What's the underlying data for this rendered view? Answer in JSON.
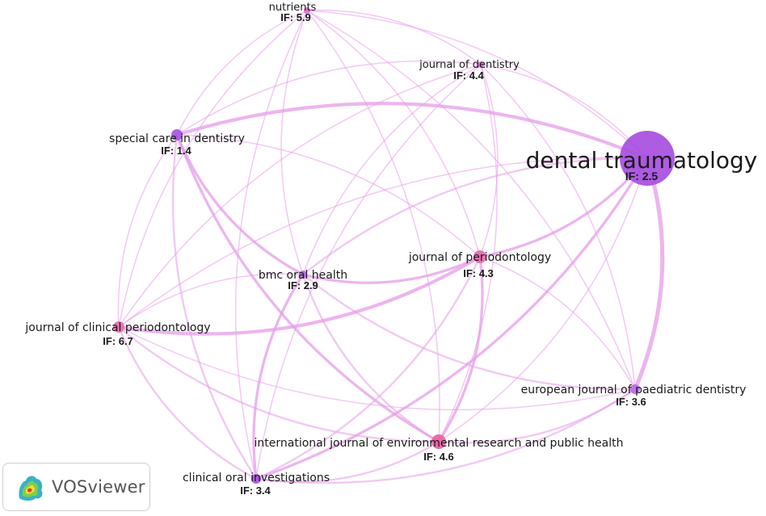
{
  "colors": {
    "edge": "#e59ce8",
    "node_purple": "#b061e0",
    "node_pink": "#ea5f9f",
    "node_magenta": "#d45bd3"
  },
  "nodes": [
    {
      "id": "dental-traumatology",
      "label": "dental traumatology",
      "if_label": "IF: 2.5",
      "weight": 10,
      "color": "#a74ee0"
    },
    {
      "id": "nutrients",
      "label": "nutrients",
      "if_label": "IF: 5.9",
      "weight": 1,
      "color": "#e26bd6"
    },
    {
      "id": "journal-of-dentistry",
      "label": "journal of dentistry",
      "if_label": "IF: 4.4",
      "weight": 1,
      "color": "#e26bd6"
    },
    {
      "id": "special-care-in-dentistry",
      "label": "special care in dentistry",
      "if_label": "IF: 1.4",
      "weight": 2,
      "color": "#a855e0"
    },
    {
      "id": "journal-of-periodontology",
      "label": "journal of periodontology",
      "if_label": "IF: 4.3",
      "weight": 3,
      "color": "#e36aa8"
    },
    {
      "id": "bmc-oral-health",
      "label": "bmc oral health",
      "if_label": "IF: 2.9",
      "weight": 2,
      "color": "#b66ae3"
    },
    {
      "id": "journal-of-clinical-periodontology",
      "label": "journal of clinical periodontology",
      "if_label": "IF: 6.7",
      "weight": 2,
      "color": "#e76aa8"
    },
    {
      "id": "european-journal-of-paediatric-dentistry",
      "label": "european journal of paediatric dentistry",
      "if_label": "IF: 3.6",
      "weight": 2,
      "color": "#b86ce3"
    },
    {
      "id": "international-journal-of-environmental-research",
      "label": "international journal of environmental research and public health",
      "if_label": "IF: 4.6",
      "weight": 3,
      "color": "#ea5f9f"
    },
    {
      "id": "clinical-oral-investigations",
      "label": "clinical oral investigations",
      "if_label": "IF: 3.4",
      "weight": 2,
      "color": "#a855e0"
    }
  ],
  "edges": [
    {
      "from": "dental-traumatology",
      "to": "special-care-in-dentistry",
      "weight": 4
    },
    {
      "from": "dental-traumatology",
      "to": "european-journal-of-paediatric-dentistry",
      "weight": 5
    },
    {
      "from": "dental-traumatology",
      "to": "journal-of-periodontology",
      "weight": 3
    },
    {
      "from": "dental-traumatology",
      "to": "clinical-oral-investigations",
      "weight": 3
    },
    {
      "from": "dental-traumatology",
      "to": "bmc-oral-health",
      "weight": 2
    },
    {
      "from": "dental-traumatology",
      "to": "nutrients",
      "weight": 1
    },
    {
      "from": "dental-traumatology",
      "to": "journal-of-dentistry",
      "weight": 1
    },
    {
      "from": "dental-traumatology",
      "to": "international-journal-of-environmental-research",
      "weight": 1
    },
    {
      "from": "dental-traumatology",
      "to": "journal-of-clinical-periodontology",
      "weight": 1
    },
    {
      "from": "journal-of-periodontology",
      "to": "journal-of-clinical-periodontology",
      "weight": 4
    },
    {
      "from": "journal-of-periodontology",
      "to": "bmc-oral-health",
      "weight": 3
    },
    {
      "from": "journal-of-periodontology",
      "to": "international-journal-of-environmental-research",
      "weight": 3
    },
    {
      "from": "journal-of-periodontology",
      "to": "clinical-oral-investigations",
      "weight": 2
    },
    {
      "from": "journal-of-periodontology",
      "to": "nutrients",
      "weight": 1
    },
    {
      "from": "journal-of-periodontology",
      "to": "journal-of-dentistry",
      "weight": 1
    },
    {
      "from": "journal-of-periodontology",
      "to": "special-care-in-dentistry",
      "weight": 1
    },
    {
      "from": "journal-of-periodontology",
      "to": "european-journal-of-paediatric-dentistry",
      "weight": 1
    },
    {
      "from": "special-care-in-dentistry",
      "to": "bmc-oral-health",
      "weight": 3
    },
    {
      "from": "special-care-in-dentistry",
      "to": "international-journal-of-environmental-research",
      "weight": 3
    },
    {
      "from": "special-care-in-dentistry",
      "to": "clinical-oral-investigations",
      "weight": 2
    },
    {
      "from": "special-care-in-dentistry",
      "to": "journal-of-dentistry",
      "weight": 1
    },
    {
      "from": "special-care-in-dentistry",
      "to": "nutrients",
      "weight": 1
    },
    {
      "from": "special-care-in-dentistry",
      "to": "journal-of-clinical-periodontology",
      "weight": 1
    },
    {
      "from": "bmc-oral-health",
      "to": "clinical-oral-investigations",
      "weight": 3
    },
    {
      "from": "bmc-oral-health",
      "to": "international-journal-of-environmental-research",
      "weight": 2
    },
    {
      "from": "bmc-oral-health",
      "to": "european-journal-of-paediatric-dentistry",
      "weight": 2
    },
    {
      "from": "bmc-oral-health",
      "to": "journal-of-clinical-periodontology",
      "weight": 1
    },
    {
      "from": "bmc-oral-health",
      "to": "journal-of-dentistry",
      "weight": 1
    },
    {
      "from": "bmc-oral-health",
      "to": "nutrients",
      "weight": 1
    },
    {
      "from": "journal-of-clinical-periodontology",
      "to": "clinical-oral-investigations",
      "weight": 2
    },
    {
      "from": "journal-of-clinical-periodontology",
      "to": "international-journal-of-environmental-research",
      "weight": 2
    },
    {
      "from": "journal-of-clinical-periodontology",
      "to": "european-journal-of-paediatric-dentistry",
      "weight": 1
    },
    {
      "from": "journal-of-clinical-periodontology",
      "to": "nutrients",
      "weight": 1
    },
    {
      "from": "journal-of-clinical-periodontology",
      "to": "journal-of-dentistry",
      "weight": 1
    },
    {
      "from": "international-journal-of-environmental-research",
      "to": "clinical-oral-investigations",
      "weight": 2
    },
    {
      "from": "international-journal-of-environmental-research",
      "to": "european-journal-of-paediatric-dentistry",
      "weight": 2
    },
    {
      "from": "international-journal-of-environmental-research",
      "to": "nutrients",
      "weight": 1
    },
    {
      "from": "international-journal-of-environmental-research",
      "to": "journal-of-dentistry",
      "weight": 1
    },
    {
      "from": "clinical-oral-investigations",
      "to": "european-journal-of-paediatric-dentistry",
      "weight": 2
    },
    {
      "from": "clinical-oral-investigations",
      "to": "nutrients",
      "weight": 1
    },
    {
      "from": "clinical-oral-investigations",
      "to": "journal-of-dentistry",
      "weight": 1
    },
    {
      "from": "nutrients",
      "to": "journal-of-dentistry",
      "weight": 1
    },
    {
      "from": "nutrients",
      "to": "european-journal-of-paediatric-dentistry",
      "weight": 1
    },
    {
      "from": "journal-of-dentistry",
      "to": "european-journal-of-paediatric-dentistry",
      "weight": 1
    }
  ],
  "badge": {
    "text": "VOSviewer",
    "icon": "vosviewer-logo-icon"
  }
}
